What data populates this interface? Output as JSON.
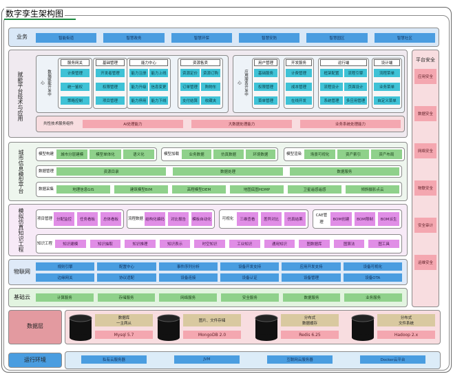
{
  "title": "数字孪生架构图",
  "business": {
    "label": "业务",
    "items": [
      "智能街道",
      "智慧政务",
      "智慧环保",
      "智慧安防",
      "智慧园区",
      "智慧社区"
    ]
  },
  "empower": {
    "label": "赋能平台技术与应用",
    "left": {
      "label": "数据赋能开发中心",
      "groups": [
        {
          "head": "服务网关",
          "items": [
            "计费管理",
            "统一鉴权",
            "策略控制"
          ]
        },
        {
          "head": "基础管理",
          "items": [
            "开发者管理",
            "权限管理",
            "项目管理"
          ]
        },
        {
          "head": "能力中心",
          "items": [
            "能力注册",
            "能力上线",
            "能力升级",
            "信息变更",
            "能力停用",
            "能力下线"
          ]
        },
        {
          "head": "资源售卖",
          "items": [
            "资源定价",
            "资源订购",
            "订单管理",
            "购物车",
            "支付结算",
            "收藏夹"
          ]
        }
      ]
    },
    "right": {
      "label": "应用服务开发中心",
      "groups": [
        {
          "head": "用户管理",
          "items": [
            "基础服务",
            "权限管理",
            "菜单管理"
          ]
        },
        {
          "head": "开发服务",
          "items": [
            "计费管理",
            "成本管理",
            "在线开发"
          ]
        },
        {
          "head": "运行端",
          "items": [
            "框架配置",
            "流程引擎",
            "流程设计",
            "页面设计",
            "系统管理",
            "多应用管理"
          ]
        },
        {
          "head": "设计端",
          "items": [
            "流程菜单",
            "业务菜单",
            "自定义菜单"
          ]
        }
      ]
    },
    "common": {
      "label": "共性技术服务组件",
      "items": [
        "AI处理能力",
        "大数据处理能力",
        "业务系统处理能力"
      ]
    }
  },
  "city": {
    "label": "城市信息模型平台",
    "row1": [
      {
        "head": "模型构建",
        "items": [
          "城市分层建模",
          "模型单体化",
          "语义化"
        ]
      },
      {
        "head": "模型加载",
        "items": [
          "业务数据",
          "仿真数据",
          "环境数据"
        ]
      },
      {
        "head": "模型渲染",
        "items": [
          "场景可视化",
          "资产索引",
          "资产布局"
        ]
      }
    ],
    "row2": {
      "head": "数据管理",
      "items": [
        "资源目录",
        "数据处理",
        "数据服务"
      ]
    },
    "row3": {
      "head": "数据采集",
      "items": [
        "地理信息GIS",
        "建筑模型BIM",
        "高程模型DEM",
        "地图底图HDMP",
        "卫星遥感遥感",
        "倾斜摄影点云"
      ]
    }
  },
  "sim": {
    "label": "模拟仿真知识工程",
    "row1": [
      {
        "head": "项目管理",
        "items": [
          "分配监控",
          "任务看板",
          "总体看板"
        ]
      },
      {
        "head": "流程数据",
        "items": [
          "结构化编码",
          "对比报告",
          "模板自动化"
        ]
      },
      {
        "head": "可视化",
        "items": [
          "三维查看",
          "差异对比",
          "仿真结果"
        ]
      },
      {
        "head": "CAE管理",
        "items": [
          "BOM创建",
          "BOM限制",
          "BOM派生"
        ]
      }
    ],
    "row2": {
      "head": "知识工程",
      "items": [
        "知识建模",
        "知识抽取",
        "知识推理",
        "知识表示",
        "时空知识",
        "工业知识",
        "通用知识",
        "图数据库",
        "图算法",
        "图工具"
      ]
    }
  },
  "iot": {
    "label": "物联网",
    "row1": [
      "规则引擎",
      "配置中心",
      "事件序列分析",
      "设备开发支持",
      "应用开发支持",
      "设备可视化"
    ],
    "row2": [
      "边缘网关",
      "协议适配",
      "设备连接",
      "设备认证",
      "设备管理",
      "设备OTA"
    ]
  },
  "cloud": {
    "label": "基础云",
    "items": [
      "计算服务",
      "存储服务",
      "网络服务",
      "安全服务",
      "数据服务",
      "业务服务"
    ]
  },
  "security": {
    "label": "平台安全",
    "items": [
      "应用安全",
      "数据安全",
      "网络安全",
      "物联安全",
      "安全审计",
      "运维安全"
    ]
  },
  "datalayer": {
    "label": "数据层",
    "groups": [
      {
        "title": "数据库\n一主两从",
        "name": "Mysql 5.7"
      },
      {
        "title": "图片、文件存储",
        "name": "MongoDB 2.0"
      },
      {
        "title": "分布式\n数据缓存",
        "name": "Redis 6.25"
      },
      {
        "title": "分布式\n文件系统",
        "name": "Hadoop 2.x"
      }
    ]
  },
  "runtime": {
    "label": "运行环境",
    "items": [
      "私有云服务器",
      "JVM",
      "互联网云服务器",
      "Docker云平台"
    ]
  }
}
